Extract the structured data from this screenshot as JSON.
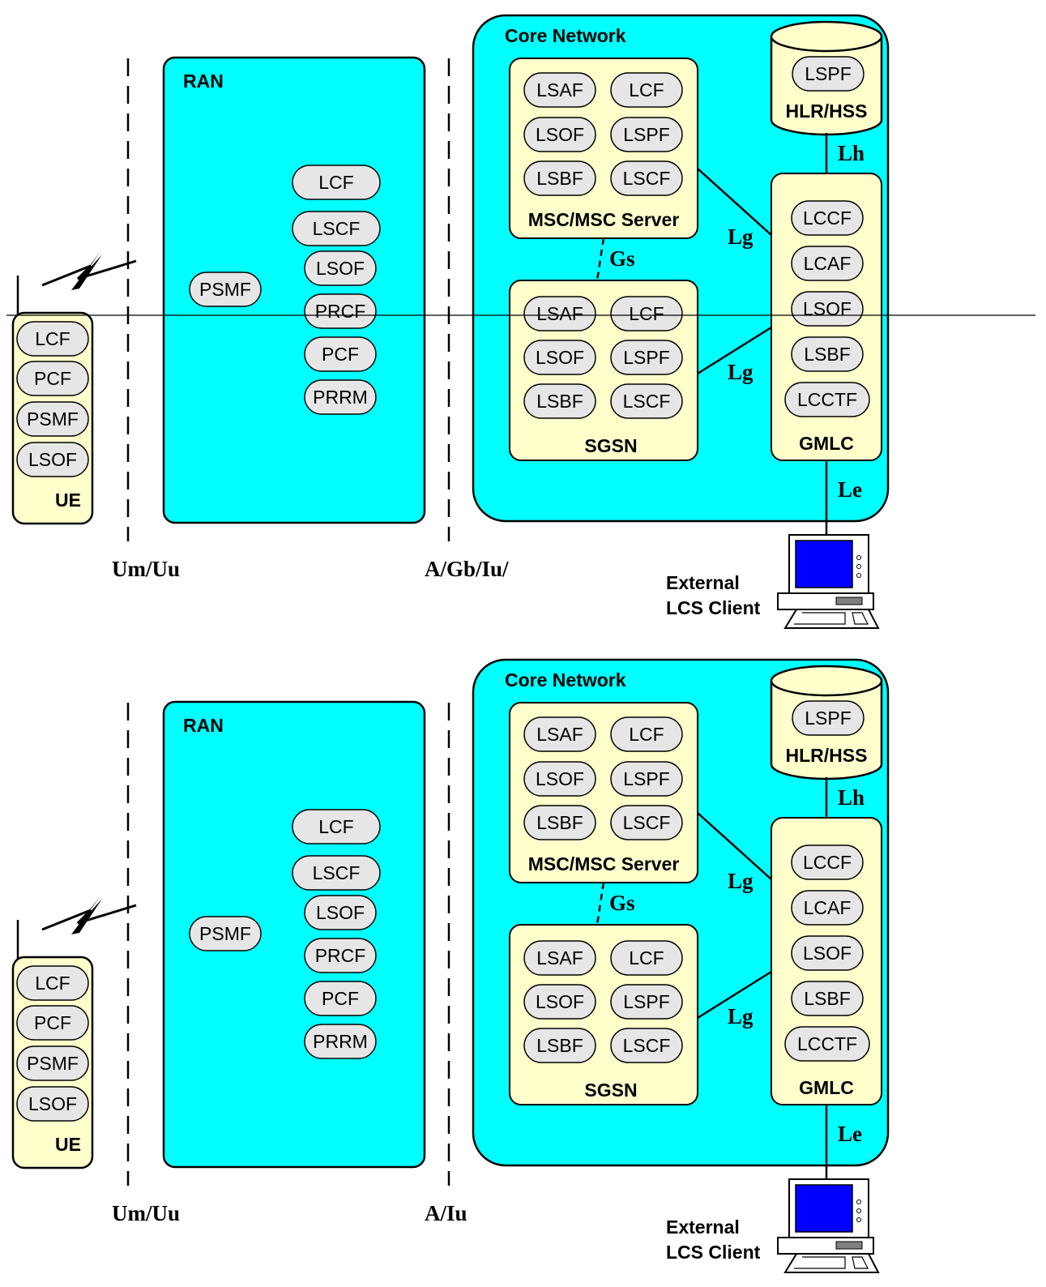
{
  "diagrams": [
    {
      "ue": {
        "functions": [
          "LCF",
          "PCF",
          "PSMF",
          "LSOF"
        ],
        "label": "UE"
      },
      "ran": {
        "label": "RAN",
        "function_left": "PSMF",
        "functions": [
          "LCF",
          "LSCF",
          "LSOF",
          "PRCF",
          "PCF",
          "PRRM"
        ]
      },
      "core": {
        "label": "Core Network",
        "msc": {
          "label": "MSC/MSC Server",
          "functions": [
            "LSAF",
            "LCF",
            "LSOF",
            "LSPF",
            "LSBF",
            "LSCF"
          ]
        },
        "sgsn": {
          "label": "SGSN",
          "functions": [
            "LSAF",
            "LCF",
            "LSOF",
            "LSPF",
            "LSBF",
            "LSCF"
          ]
        },
        "hlr": {
          "label": "HLR/HSS",
          "function": "LSPF"
        },
        "gmlc": {
          "label": "GMLC",
          "functions": [
            "LCCF",
            "LCAF",
            "LSOF",
            "LSBF",
            "LCCTF"
          ]
        }
      },
      "interfaces": {
        "lh": "Lh",
        "lg_msc": "Lg",
        "lg_sgsn": "Lg",
        "gs": "Gs",
        "le": "Le",
        "air": "Um/Uu",
        "ran_core": "A/Gb/Iu/"
      },
      "client": {
        "line1": "External",
        "line2": "LCS Client"
      }
    },
    {
      "ue": {
        "functions": [
          "LCF",
          "PCF",
          "PSMF",
          "LSOF"
        ],
        "label": "UE"
      },
      "ran": {
        "label": "RAN",
        "function_left": "PSMF",
        "functions": [
          "LCF",
          "LSCF",
          "LSOF",
          "PRCF",
          "PCF",
          "PRRM"
        ]
      },
      "core": {
        "label": "Core Network",
        "msc": {
          "label": "MSC/MSC Server",
          "functions": [
            "LSAF",
            "LCF",
            "LSOF",
            "LSPF",
            "LSBF",
            "LSCF"
          ]
        },
        "sgsn": {
          "label": "SGSN",
          "functions": [
            "LSAF",
            "LCF",
            "LSOF",
            "LSPF",
            "LSBF",
            "LSCF"
          ]
        },
        "hlr": {
          "label": "HLR/HSS",
          "function": "LSPF"
        },
        "gmlc": {
          "label": "GMLC",
          "functions": [
            "LCCF",
            "LCAF",
            "LSOF",
            "LSBF",
            "LCCTF"
          ]
        }
      },
      "interfaces": {
        "lh": "Lh",
        "lg_msc": "Lg",
        "lg_sgsn": "Lg",
        "gs": "Gs",
        "le": "Le",
        "air": "Um/Uu",
        "ran_core": "A/Iu"
      },
      "client": {
        "line1": "External",
        "line2": "LCS Client"
      }
    }
  ],
  "colors": {
    "network_fill": "#00ffff",
    "node_fill": "#ffffcc",
    "function_fill": "#e6e6e6",
    "screen_fill": "#0000ff",
    "stroke": "#000000"
  }
}
